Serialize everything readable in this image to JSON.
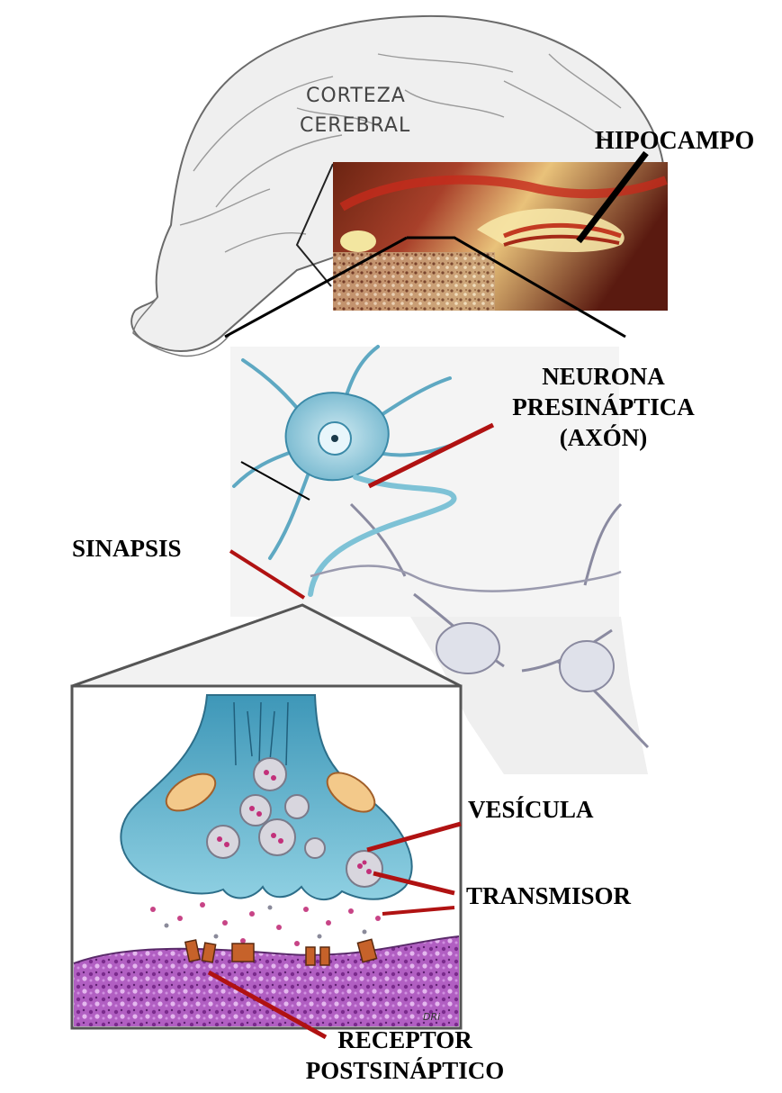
{
  "figure": {
    "brain_labels": {
      "line1": "CORTEZA",
      "line2": "CEREBRAL"
    },
    "callouts": {
      "hippocampus": "HIPOCAMPO",
      "neuron_line1": "NEURONA",
      "neuron_line2": "PRESINÁPTICA",
      "neuron_line3": "(AXÓN)",
      "synapse": "SINAPSIS",
      "vesicle": "VESÍCULA",
      "transmitter": "TRANSMISOR",
      "receptor_line1": "RECEPTOR",
      "receptor_line2": "POSTSINÁPTICO"
    },
    "signature": "DRi",
    "colors": {
      "pointer": "#b01212",
      "neuron": "#7ec2d6",
      "postsynaptic": "#a04ab0",
      "hippocampus_dark": "#5a1a10",
      "hippocampus_light": "#f0d48a"
    }
  }
}
